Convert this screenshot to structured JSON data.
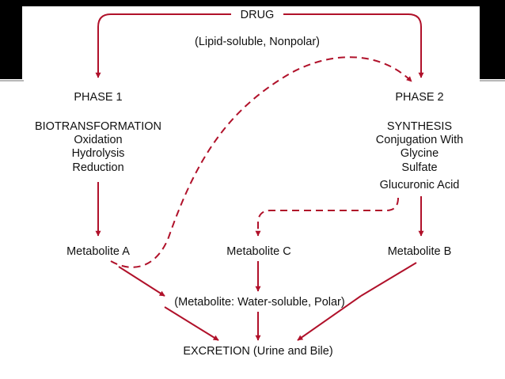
{
  "title": "DRUG",
  "subtitle": "(Lipid-soluble, Nonpolar)",
  "phase1": {
    "heading": "PHASE 1",
    "lines": [
      "BIOTRANSFORMATION",
      "Oxidation",
      "Hydrolysis",
      "Reduction"
    ]
  },
  "phase2": {
    "heading": "PHASE 2",
    "lines": [
      "SYNTHESIS",
      "Conjugation With",
      "Glycine",
      "Sulfate",
      "Glucuronic Acid"
    ]
  },
  "metabolites": {
    "a": "Metabolite A",
    "b": "Metabolite B",
    "c": "Metabolite C"
  },
  "polar_note": "(Metabolite: Water-soluble, Polar)",
  "excretion": "EXCRETION (Urine and Bile)",
  "colors": {
    "arrow": "#b0112a",
    "banner": "#000000",
    "text": "#111111",
    "background": "#ffffff"
  }
}
